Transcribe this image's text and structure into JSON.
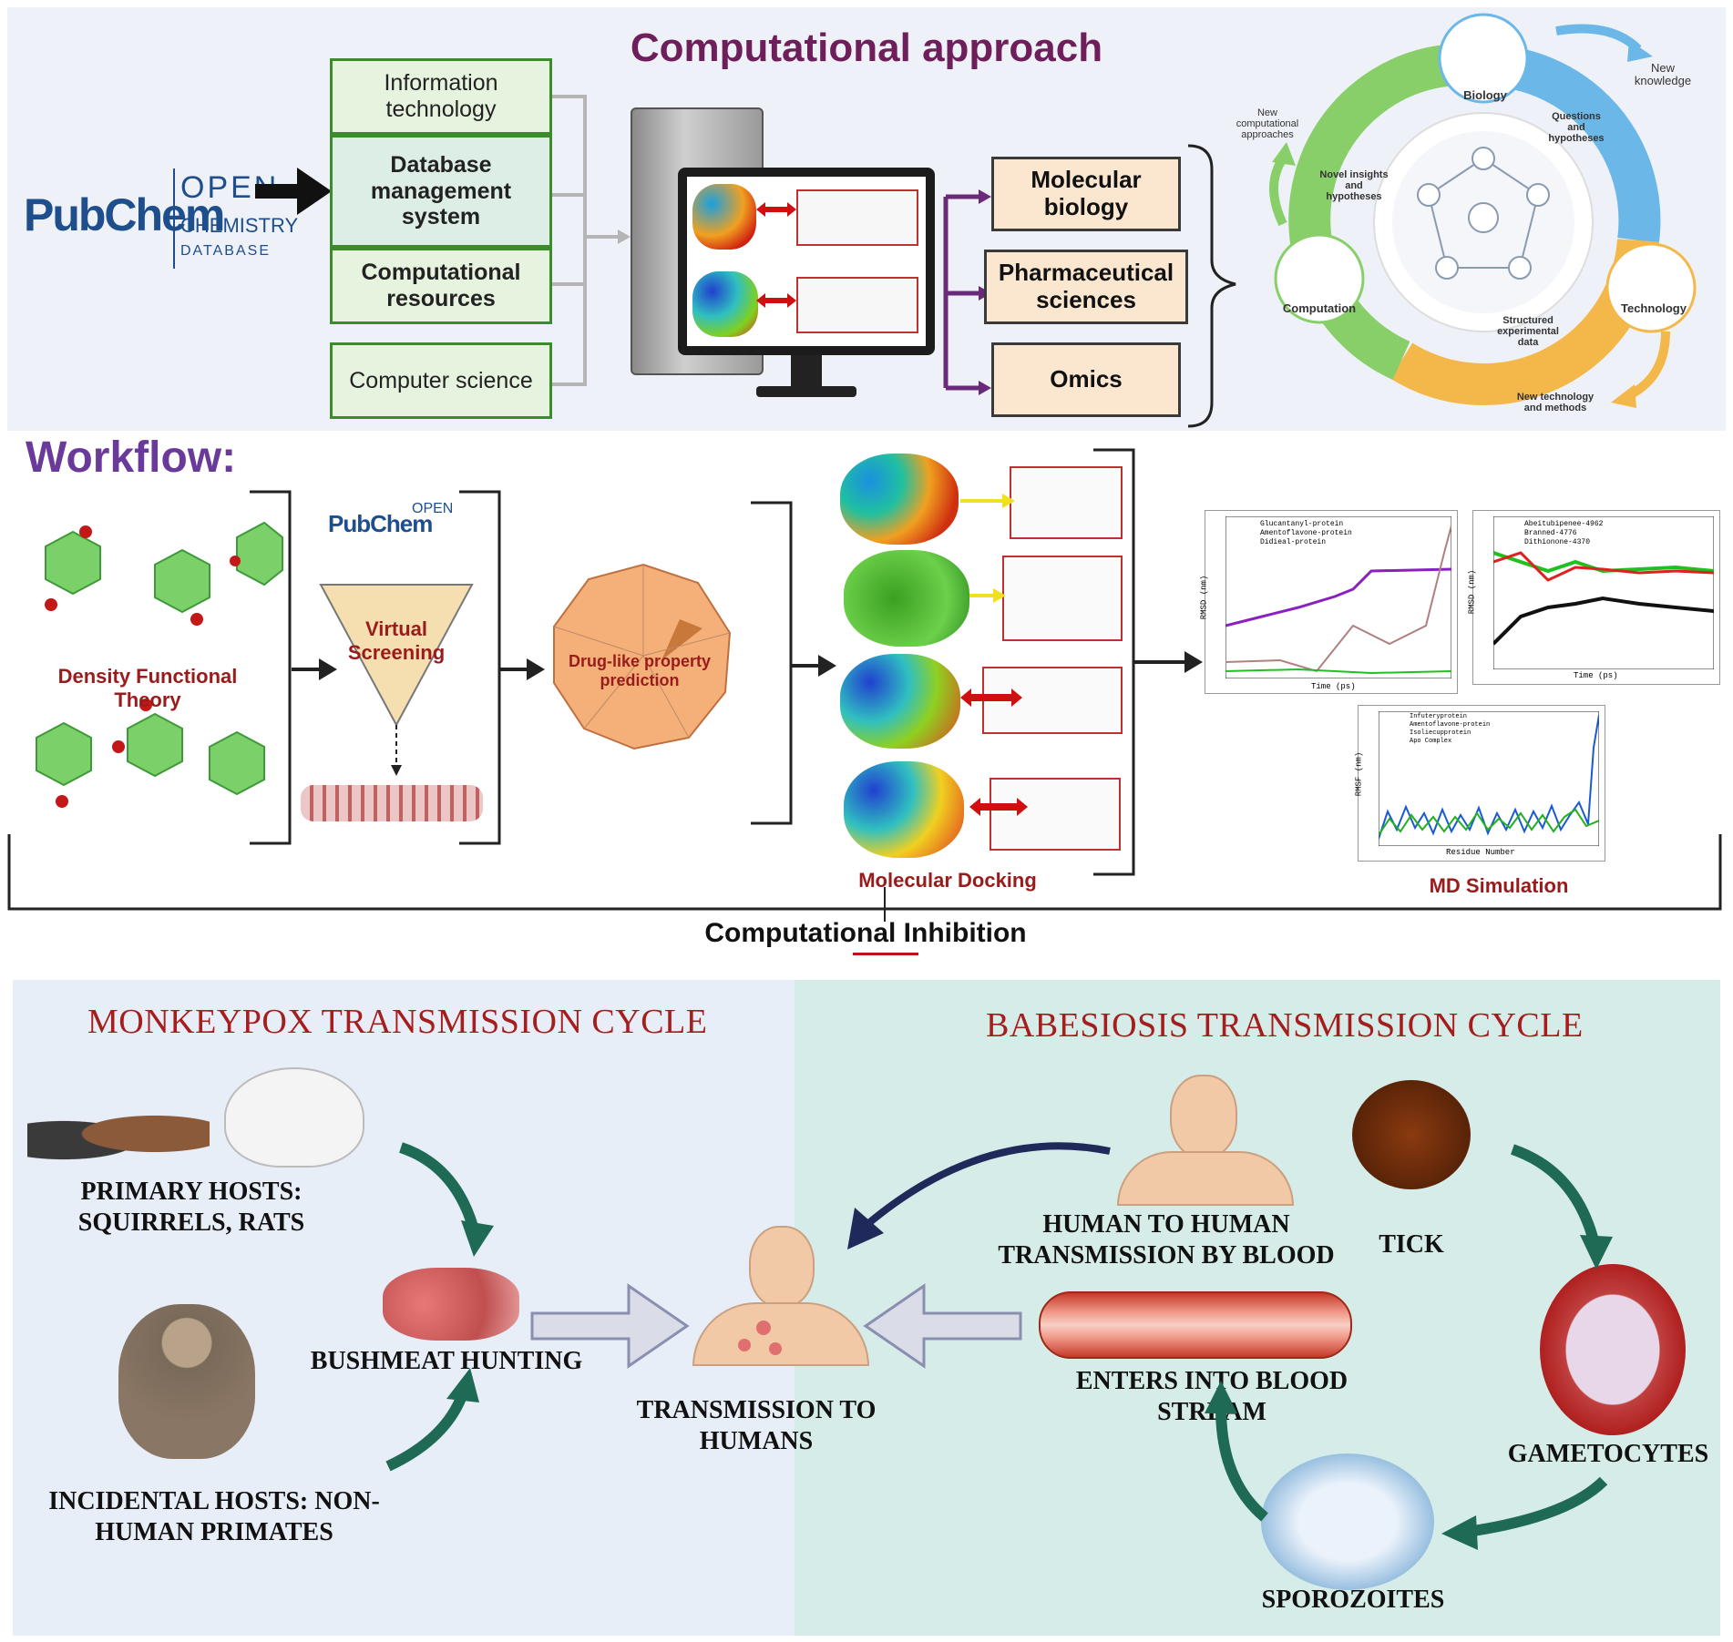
{
  "top": {
    "title": "Computational approach",
    "pubchem": {
      "brand": "PubChem",
      "open": "OPEN",
      "chemistry": "CHEMISTRY",
      "database": "DATABASE"
    },
    "green_boxes": [
      "Information technology",
      "Database management system",
      "Computational resources",
      "Computer science"
    ],
    "orange_boxes": [
      "Molecular biology",
      "Pharmaceutical sciences",
      "Omics"
    ],
    "cycle": {
      "biology": "Biology",
      "technology": "Technology",
      "computation": "Computation",
      "new_knowledge": "New knowledge",
      "questions": "Questions and hypotheses",
      "structured": "Structured experimental data",
      "new_tech": "New technology and methods",
      "novel": "Novel insights and hypotheses",
      "new_comp": "New computational approaches"
    }
  },
  "workflow": {
    "heading": "Workflow:",
    "dft": "Density Functional Theory",
    "virtual_screening": "Virtual Screening",
    "drug_like": "Drug-like property prediction",
    "docking": "Molecular Docking",
    "md": "MD Simulation",
    "computational_inhibition": "Computational Inhibition"
  },
  "charts": {
    "rmsd1": {
      "legend": [
        "Glucantanyl-protein",
        "Amentoflavone-protein",
        "Didieal-protein"
      ],
      "ylabel": "RMSD (nm)",
      "xlabel": "Time (ps)"
    },
    "rmsd2": {
      "legend": [
        "Abeitubipenee-4962",
        "Branned-4776",
        "Dithionone-4370"
      ],
      "ylabel": "RMSD (nm)",
      "xlabel": "Time (ps)"
    },
    "rmsf": {
      "legend": [
        "Infuteryprotein",
        "Amentoflavone-protein",
        "Isoliecupprotein",
        "Apo Complex"
      ],
      "ylabel": "RMSF (nm)",
      "xlabel": "Residue Number"
    }
  },
  "monkeypox": {
    "title": "MONKEYPOX TRANSMISSION CYCLE",
    "primary": "PRIMARY HOSTS: SQUIRRELS, RATS",
    "bushmeat": "BUSHMEAT HUNTING",
    "incidental": "INCIDENTAL HOSTS: NON-HUMAN PRIMATES",
    "transmission": "TRANSMISSION TO HUMANS"
  },
  "babesiosis": {
    "title": "BABESIOSIS TRANSMISSION CYCLE",
    "human_to_human": "HUMAN TO HUMAN TRANSMISSION BY BLOOD",
    "tick": "TICK",
    "blood": "ENTERS INTO BLOOD STREAM",
    "gametocytes": "GAMETOCYTES",
    "sporozoites": "SPOROZOITES"
  },
  "colors": {
    "title_purple": "#6e1f5b",
    "workflow_purple": "#6a3a9a",
    "red": "#a51e1e",
    "green_box": "#3c8c2c",
    "orange_box": "#fbe6d0"
  }
}
